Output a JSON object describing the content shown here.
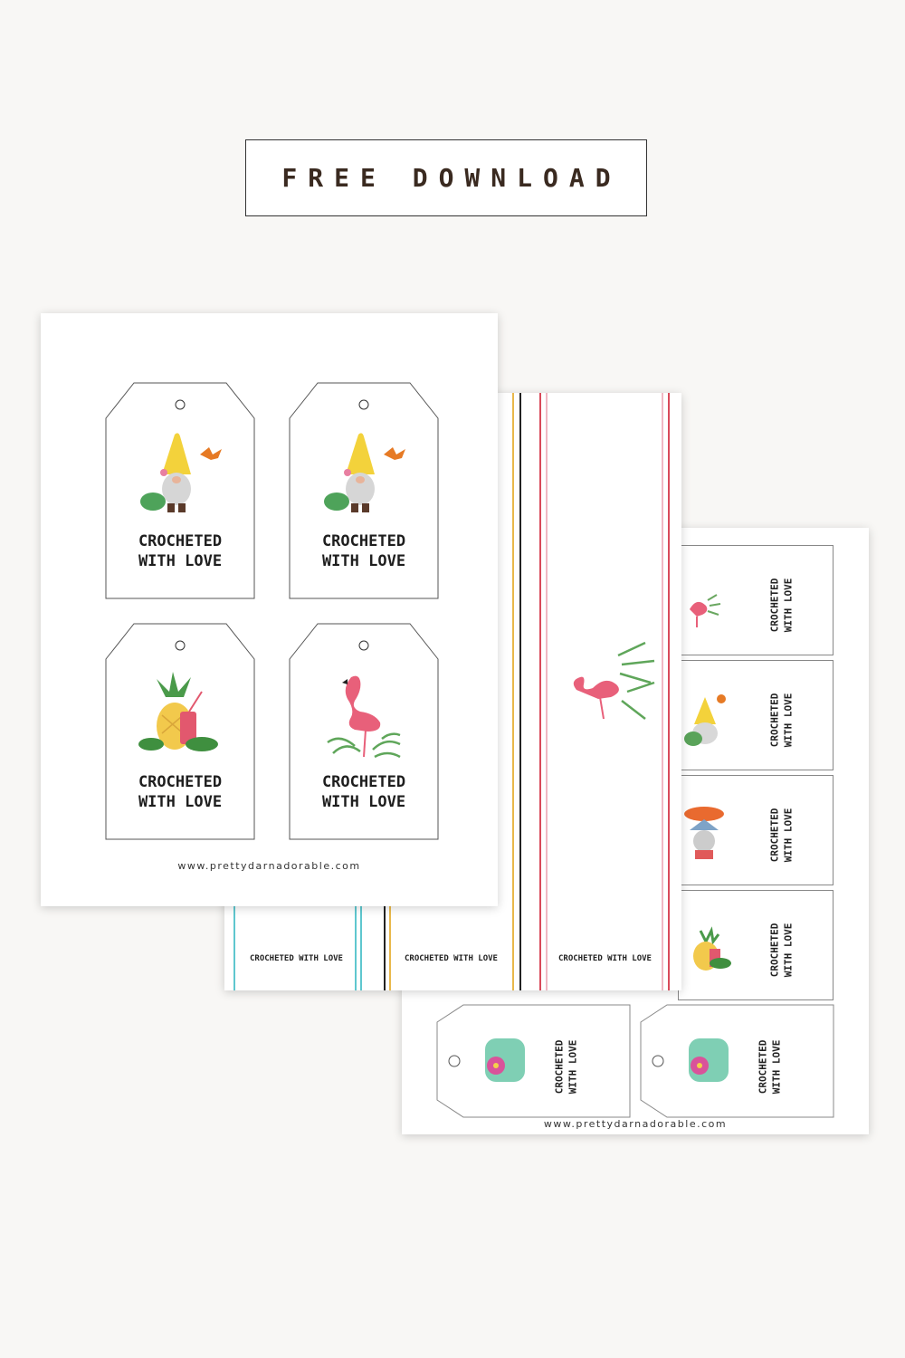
{
  "banner": {
    "text": "FREE DOWNLOAD"
  },
  "front_sheet": {
    "tags": [
      {
        "line1": "CROCHETED",
        "line2": "WITH LOVE",
        "art": "gnome-icon"
      },
      {
        "line1": "CROCHETED",
        "line2": "WITH LOVE",
        "art": "gnome-icon"
      },
      {
        "line1": "CROCHETED",
        "line2": "WITH LOVE",
        "art": "pineapple-drink-icon"
      },
      {
        "line1": "CROCHETED",
        "line2": "WITH LOVE",
        "art": "flamingo-icon"
      }
    ],
    "website": "www.prettydarnadorable.com"
  },
  "bookmark_sheet": {
    "labels": [
      "CROCHETED WITH LOVE",
      "CROCHETED WITH LOVE",
      "CROCHETED WITH LOVE"
    ],
    "stripe_colors": [
      "#5fc7cf",
      "#222222",
      "#e9b84b",
      "#d94a5a"
    ]
  },
  "back_sheet": {
    "tags": [
      {
        "line1": "CROCHETED",
        "line2": "WITH LOVE",
        "art": "flamingo-icon"
      },
      {
        "line1": "CROCHETED",
        "line2": "WITH LOVE",
        "art": "gnome-icon"
      },
      {
        "line1": "CROCHETED",
        "line2": "WITH LOVE",
        "art": "surf-gnome-icon"
      },
      {
        "line1": "CROCHETED",
        "line2": "WITH LOVE",
        "art": "pineapple-drink-icon"
      },
      {
        "line1": "CROCHETED",
        "line2": "WITH LOVE",
        "art": "orchid-cup-icon"
      },
      {
        "line1": "CROCHETED",
        "line2": "WITH LOVE",
        "art": "orchid-cup-icon"
      }
    ],
    "website": "www.prettydarnadorable.com"
  }
}
